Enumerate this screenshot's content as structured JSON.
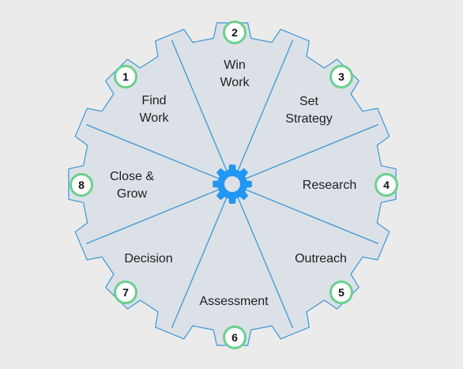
{
  "colors": {
    "background": "#ebebeb",
    "gear_fill": "#dbe1e7",
    "divider": "#3d97d3",
    "badge_border": "#6bd08e",
    "center_gear": "#2196f3"
  },
  "center_icon": "gear-icon",
  "stages": [
    {
      "number": "1",
      "label": "Find\nWork"
    },
    {
      "number": "2",
      "label": "Win\nWork"
    },
    {
      "number": "3",
      "label": "Set\nStrategy"
    },
    {
      "number": "4",
      "label": "Research"
    },
    {
      "number": "5",
      "label": "Outreach"
    },
    {
      "number": "6",
      "label": "Assessment"
    },
    {
      "number": "7",
      "label": "Decision"
    },
    {
      "number": "8",
      "label": "Close &\nGrow"
    }
  ]
}
